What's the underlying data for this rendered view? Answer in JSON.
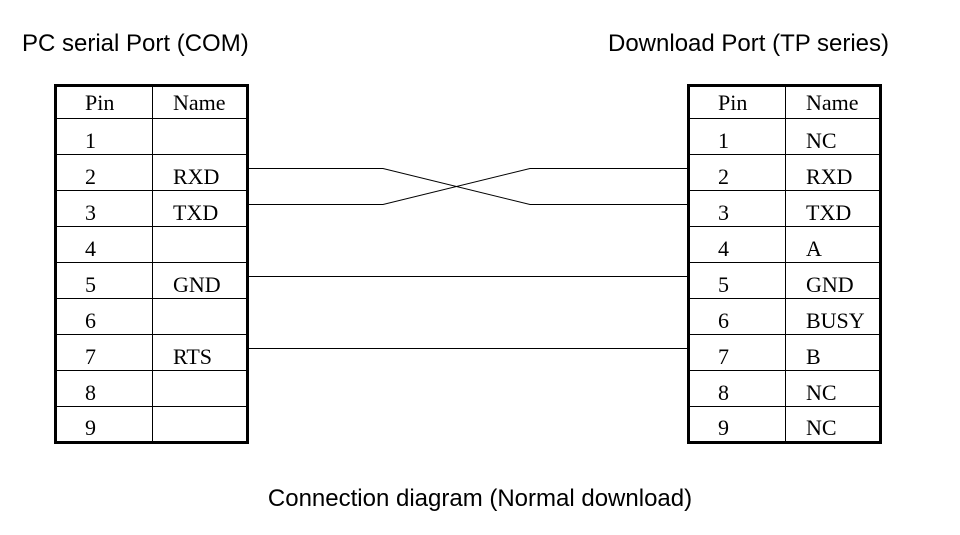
{
  "left_port": {
    "title": "PC serial Port (COM)",
    "header": {
      "pin": "Pin",
      "name": "Name"
    },
    "rows": [
      {
        "pin": "1",
        "name": ""
      },
      {
        "pin": "2",
        "name": "RXD"
      },
      {
        "pin": "3",
        "name": "TXD"
      },
      {
        "pin": "4",
        "name": ""
      },
      {
        "pin": "5",
        "name": "GND"
      },
      {
        "pin": "6",
        "name": ""
      },
      {
        "pin": "7",
        "name": "RTS"
      },
      {
        "pin": "8",
        "name": ""
      },
      {
        "pin": "9",
        "name": ""
      }
    ]
  },
  "right_port": {
    "title": "Download Port (TP series)",
    "header": {
      "pin": "Pin",
      "name": "Name"
    },
    "rows": [
      {
        "pin": "1",
        "name": "NC"
      },
      {
        "pin": "2",
        "name": "RXD"
      },
      {
        "pin": "3",
        "name": "TXD"
      },
      {
        "pin": "4",
        "name": "A"
      },
      {
        "pin": "5",
        "name": "GND"
      },
      {
        "pin": "6",
        "name": "BUSY"
      },
      {
        "pin": "7",
        "name": "B"
      },
      {
        "pin": "8",
        "name": "NC"
      },
      {
        "pin": "9",
        "name": "NC"
      }
    ]
  },
  "connections": [
    {
      "from_pin": "2",
      "to_pin": "3"
    },
    {
      "from_pin": "3",
      "to_pin": "2"
    },
    {
      "from_pin": "5",
      "to_pin": "5"
    },
    {
      "from_pin": "7",
      "to_pin": "7"
    }
  ],
  "caption": "Connection diagram (Normal download)"
}
